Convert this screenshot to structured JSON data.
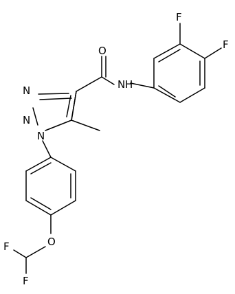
{
  "molecule": {
    "bond_color": "#000000",
    "label_color": "#000000",
    "atoms": {
      "F_top": "F",
      "F_right": "F",
      "O_carbonyl": "O",
      "NH_amide": "N",
      "H_amide": "H",
      "N3_triazole": "N",
      "N2_triazole": "N",
      "N1_triazole": "N",
      "methyl_label": "methyl",
      "O_ether": "O",
      "F_left": "F",
      "F_bottom": "F"
    }
  }
}
